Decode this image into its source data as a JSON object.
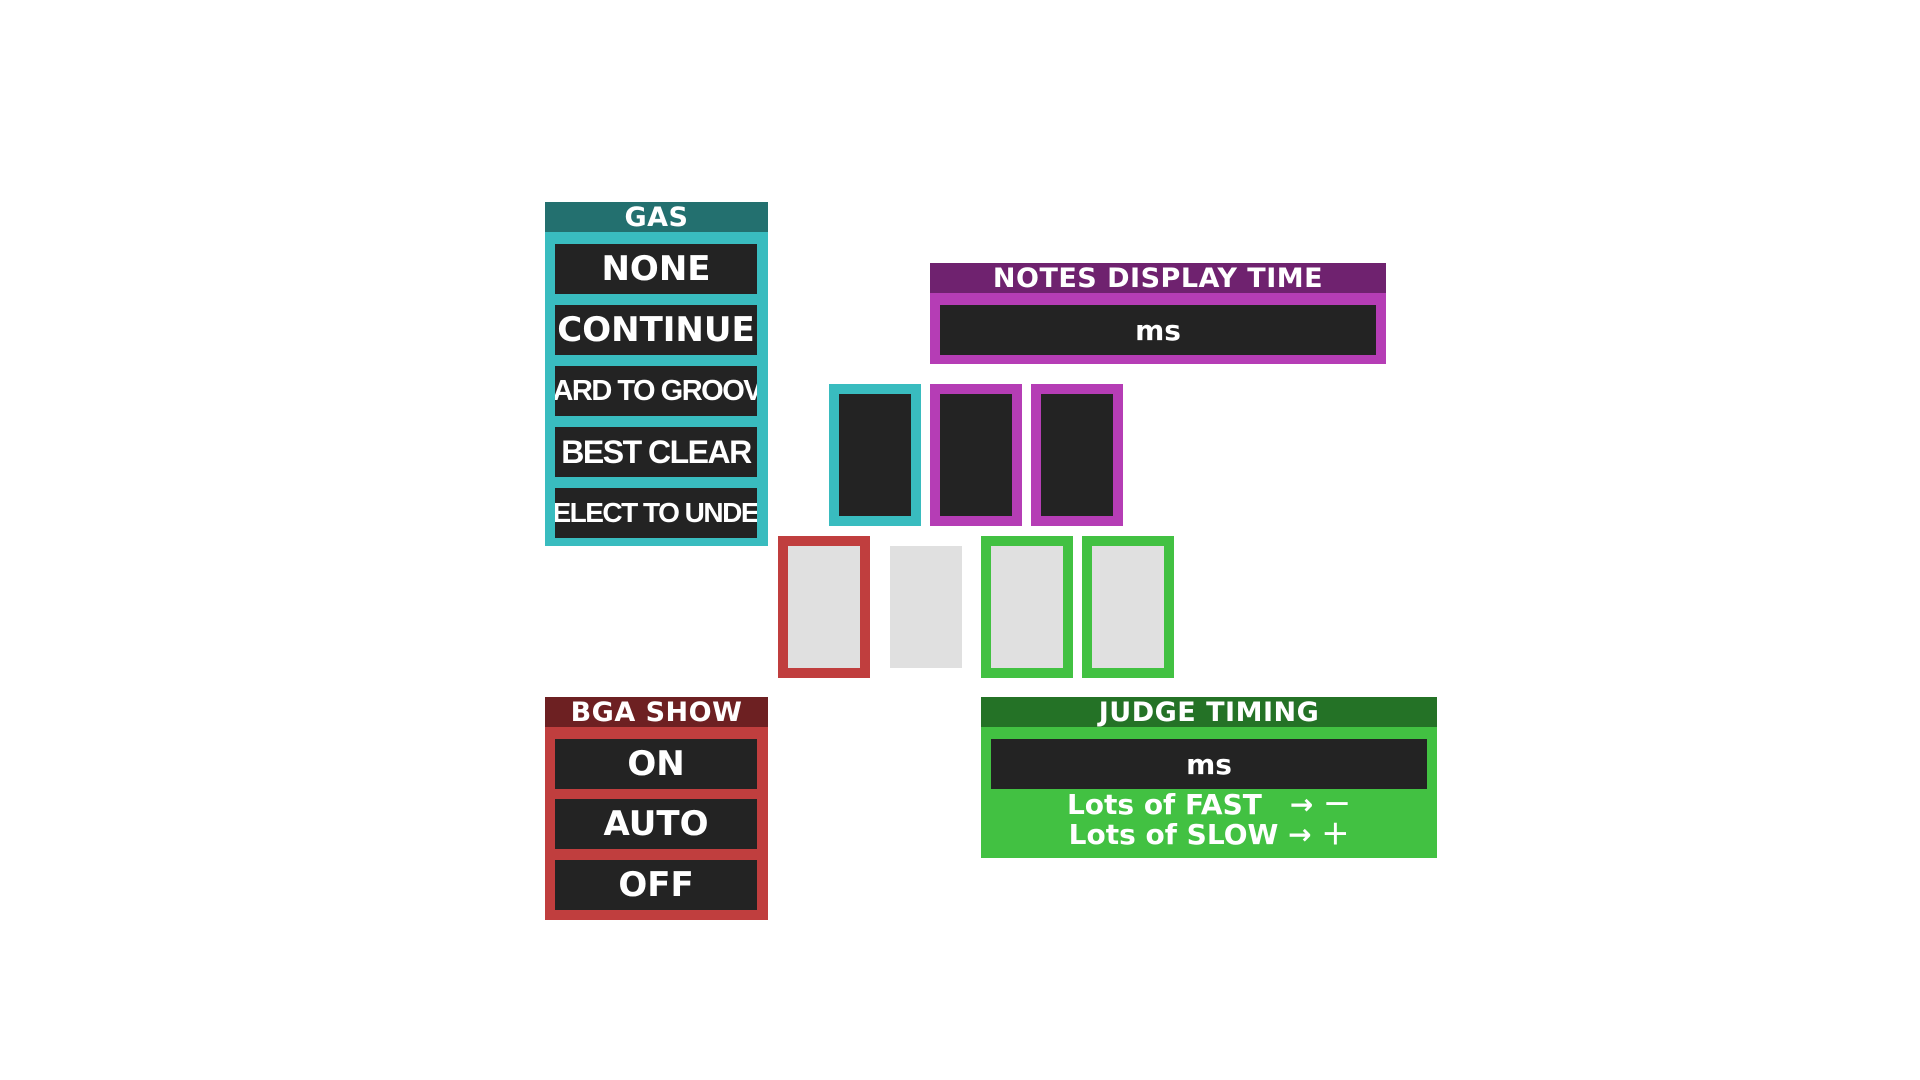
{
  "gas": {
    "title": "GAS",
    "options": [
      "NONE",
      "CONTINUE",
      "HARD TO GROOVE",
      "BEST CLEAR",
      "SELECT TO UNDER"
    ],
    "colors": {
      "header": "#23706f",
      "border": "#39bcbf"
    }
  },
  "notes_display_time": {
    "title": "NOTES DISPLAY TIME",
    "value": "ms",
    "colors": {
      "header": "#6f226f",
      "border": "#b53db5"
    }
  },
  "bga_show": {
    "title": "BGA SHOW",
    "options": [
      "ON",
      "AUTO",
      "OFF"
    ],
    "colors": {
      "header": "#6d2022",
      "border": "#c03e3e"
    }
  },
  "judge_timing": {
    "title": "JUDGE TIMING",
    "value": "ms",
    "hint_fast": "Lots of FAST　→ －",
    "hint_slow": "Lots of SLOW → ＋",
    "colors": {
      "header": "#247226",
      "border": "#42c142"
    }
  },
  "slots": {
    "dark_fill": "#232323",
    "light_fill": "#e0e0e0",
    "cyan": "#39bcbf",
    "magenta": "#b53db5",
    "red": "#c03e3e",
    "green": "#42c142"
  }
}
